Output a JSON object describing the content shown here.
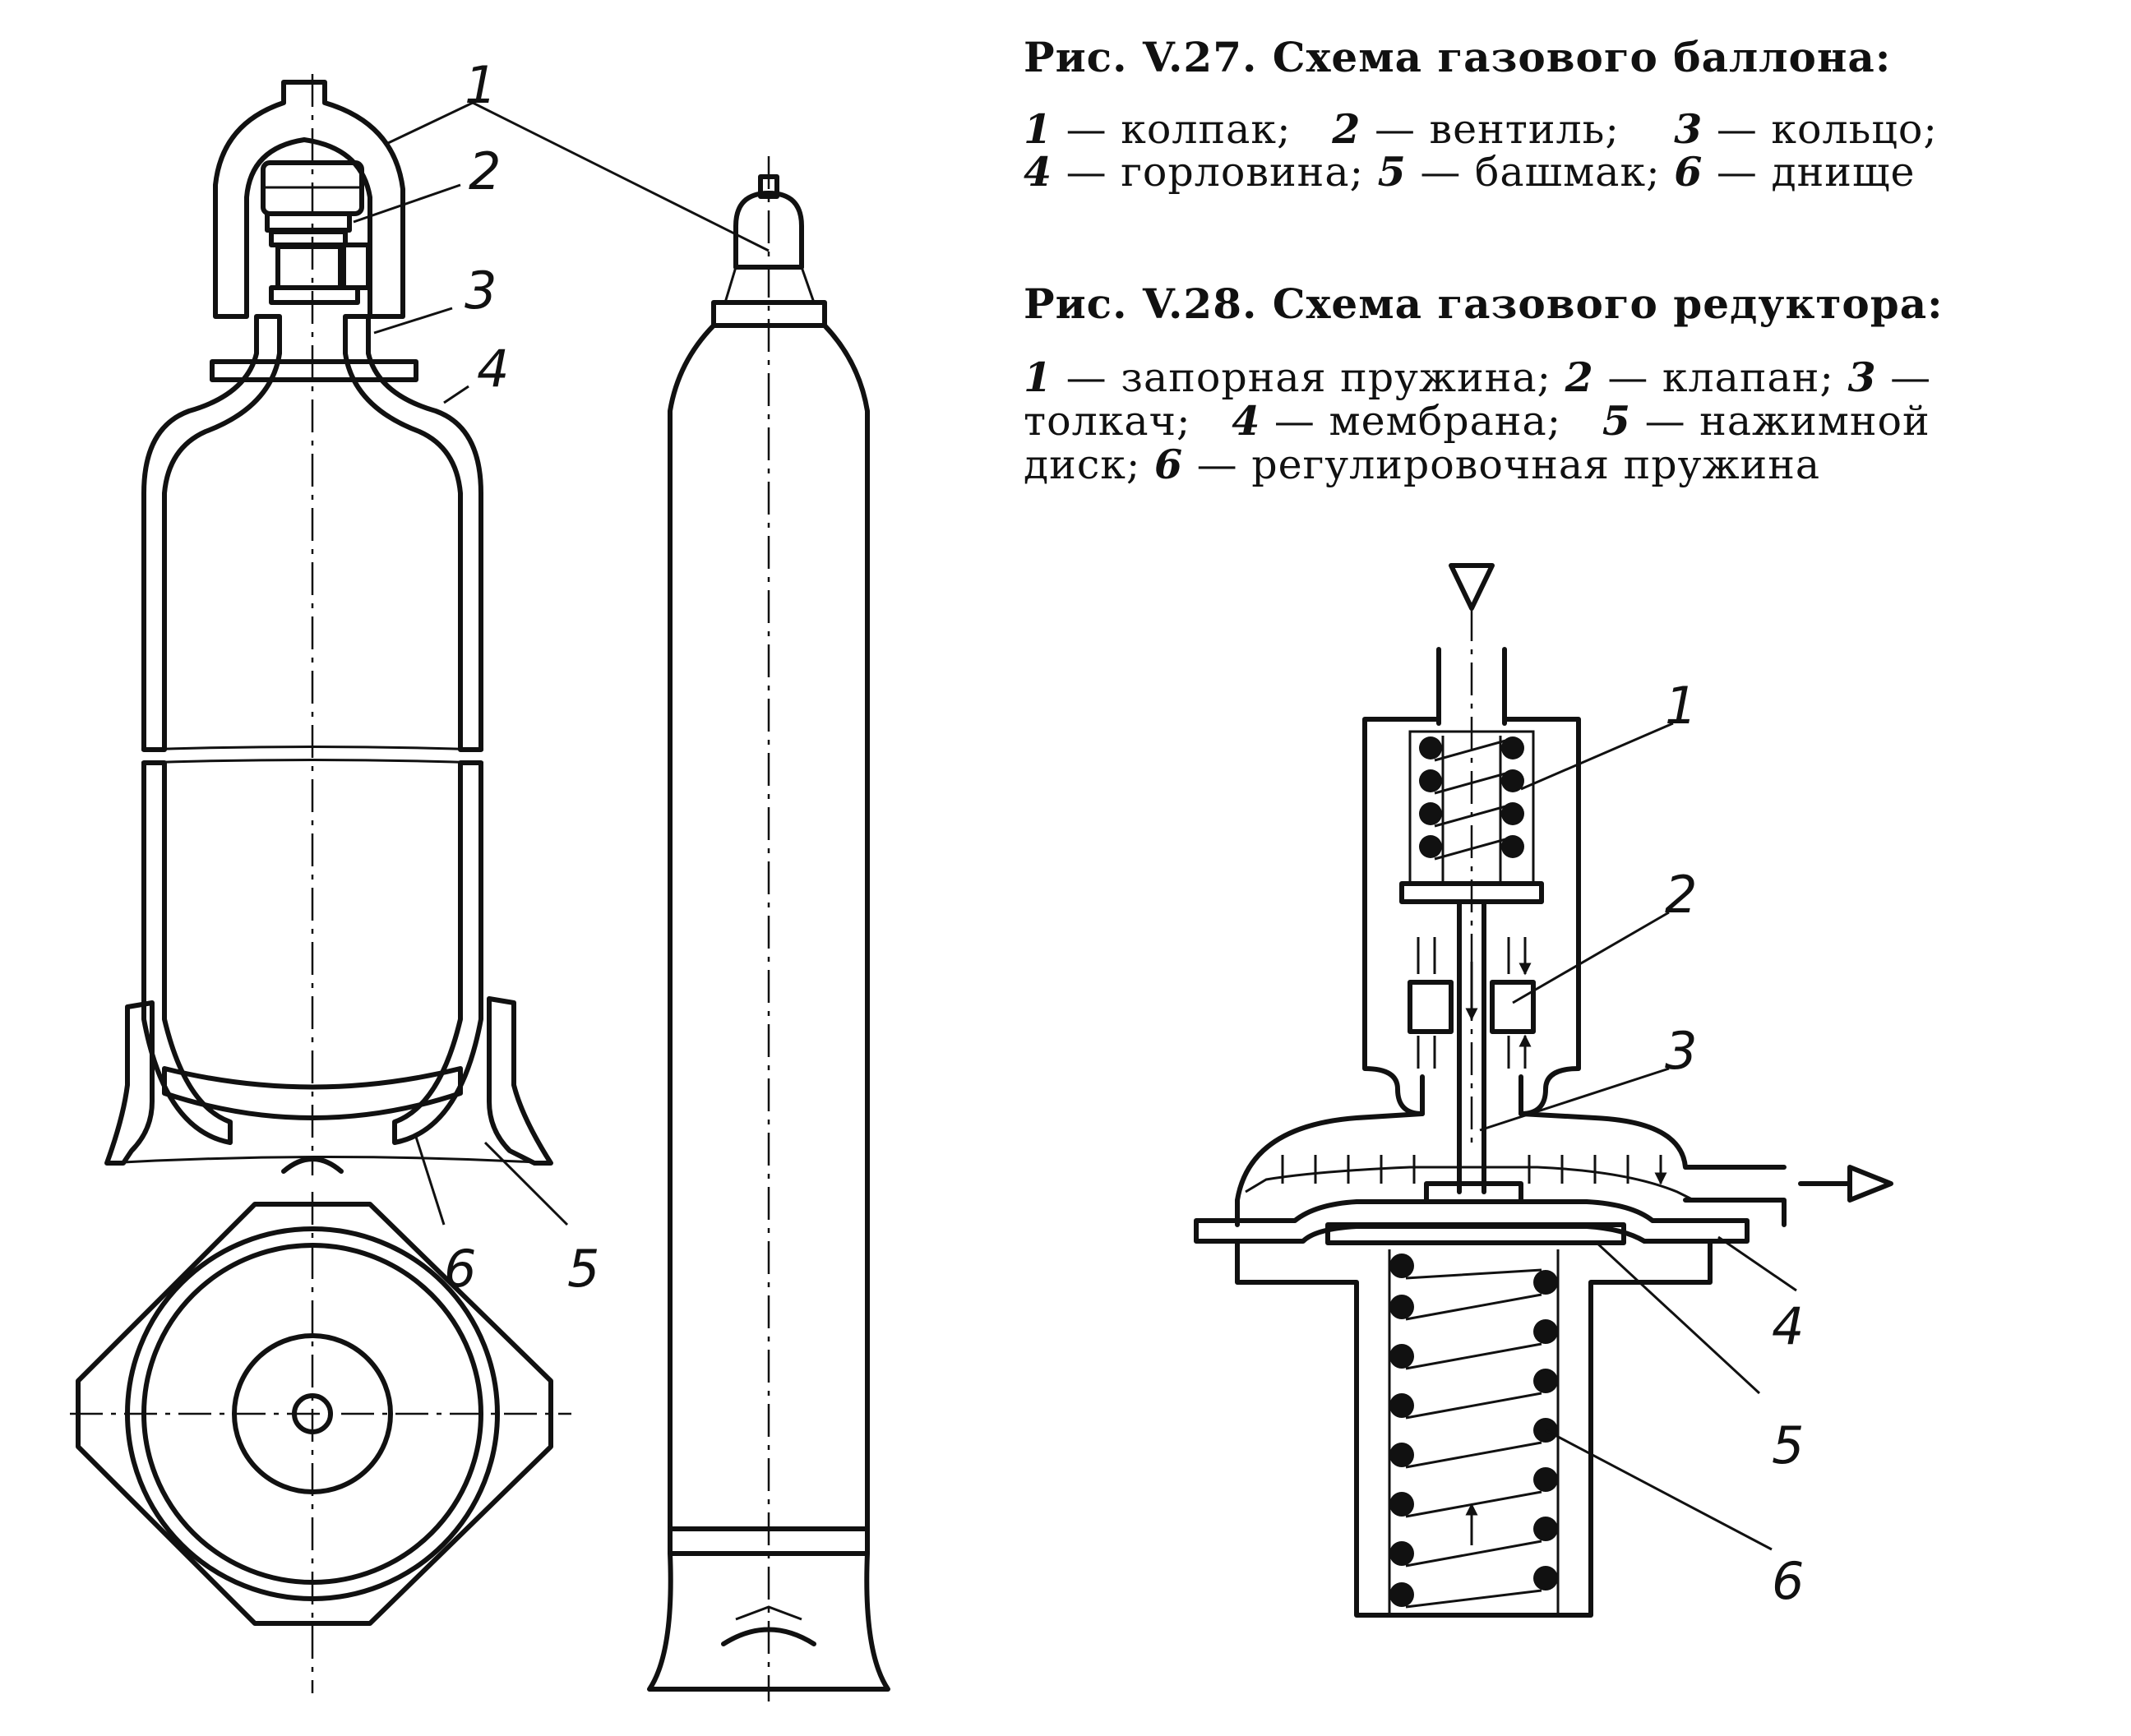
{
  "fig27": {
    "title": "Рис. V.27. Схема газового баллона:",
    "legend": [
      {
        "num": "1",
        "text": " — колпак;"
      },
      {
        "num": "2",
        "text": " — вентиль;"
      },
      {
        "num": "3",
        "text": " — кольцо;"
      },
      {
        "num": "4",
        "text": " — горловина;"
      },
      {
        "num": "5",
        "text": " — башмак;"
      },
      {
        "num": "6",
        "text": " — днище"
      }
    ],
    "labels": [
      "1",
      "2",
      "3",
      "4",
      "6",
      "5"
    ]
  },
  "fig28": {
    "title": "Рис. V.28. Схема газового редуктора:",
    "line1": {
      "n1": "1",
      "t1": " — запорная пружина; ",
      "n2": "2",
      "t2": " — клапан; ",
      "n3": "3",
      "t3": " —"
    },
    "line2": {
      "t1": "толкач;  ",
      "n1": "4",
      "t2": " — мембрана;  ",
      "n2": "5",
      "t3": " — нажимной"
    },
    "line3": {
      "t1": "диск; ",
      "n1": "6",
      "t2": " — регулировочная пружина"
    },
    "labels": [
      "1",
      "2",
      "3",
      "4",
      "5",
      "6"
    ]
  }
}
